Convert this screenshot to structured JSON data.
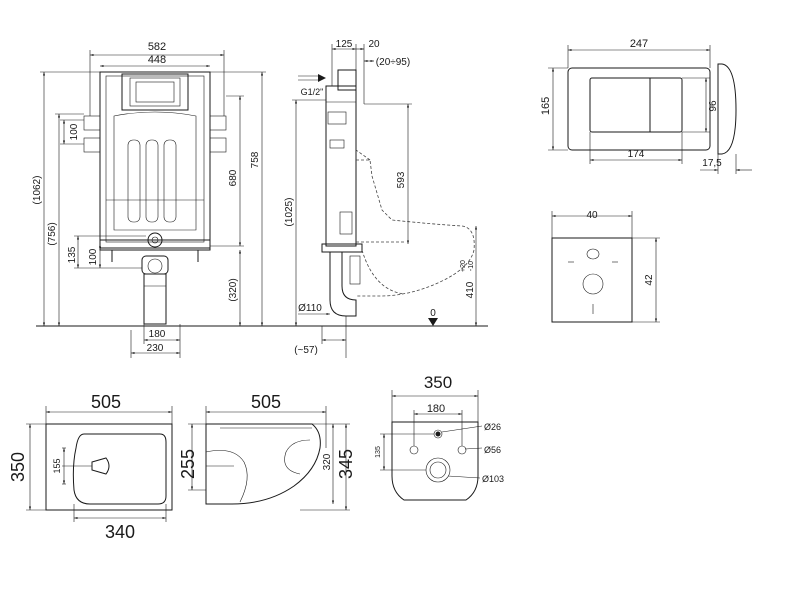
{
  "frame_front": {
    "w582": "582",
    "w448": "448",
    "h1062": "(1062)",
    "h756": "(756)",
    "h100a": "100",
    "h758": "758",
    "h680": "680",
    "h135": "135",
    "h100b": "100",
    "h320": "(320)",
    "w180": "180",
    "w230": "230"
  },
  "frame_side": {
    "w125": "125",
    "w20": "20",
    "w2095": "(20÷95)",
    "g12": "G1/2\"",
    "h1025": "(1025)",
    "h593": "593",
    "d110": "Ø110",
    "h410": "410",
    "tol_hi": "+20",
    "tol_lo": "-10",
    "zero": "0",
    "w57": "(~57)"
  },
  "flush_plate": {
    "w247": "247",
    "h165": "165",
    "h96": "96",
    "w174": "174",
    "d175": "17,5"
  },
  "gasket": {
    "w40": "40",
    "h42": "42"
  },
  "bowl_top": {
    "w505": "505",
    "h350": "350",
    "h155": "155",
    "w340": "340"
  },
  "bowl_side": {
    "w505": "505",
    "h255": "255",
    "h320": "320",
    "h345": "345"
  },
  "bowl_back": {
    "w350": "350",
    "w180": "180",
    "h135": "135",
    "d26": "Ø26",
    "d56": "Ø56",
    "d103": "Ø103"
  }
}
